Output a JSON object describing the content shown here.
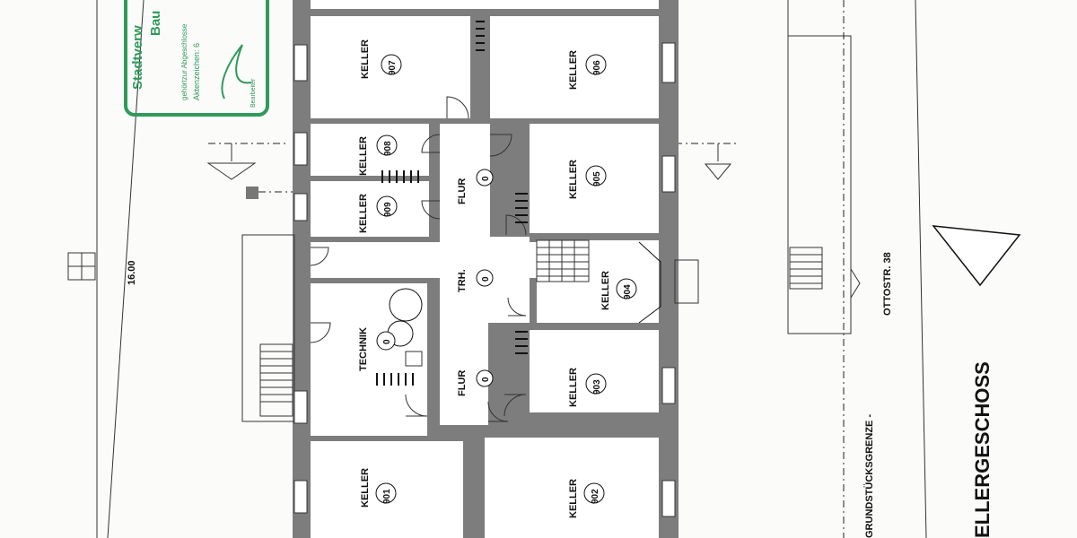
{
  "rooms": [
    {
      "id": "907",
      "label": "KELLER",
      "number": "907"
    },
    {
      "id": "906",
      "label": "KELLER",
      "number": "906"
    },
    {
      "id": "908",
      "label": "KELLER",
      "number": "908"
    },
    {
      "id": "909",
      "label": "KELLER",
      "number": "909"
    },
    {
      "id": "flur-upper",
      "label": "FLUR",
      "number": "0"
    },
    {
      "id": "905",
      "label": "KELLER",
      "number": "905"
    },
    {
      "id": "trh",
      "label": "TRH.",
      "number": "0"
    },
    {
      "id": "904",
      "label": "KELLER",
      "number": "904"
    },
    {
      "id": "technik",
      "label": "TECHNIK",
      "number": "0"
    },
    {
      "id": "flur-lower",
      "label": "FLUR",
      "number": "0"
    },
    {
      "id": "903",
      "label": "KELLER",
      "number": "903"
    },
    {
      "id": "901",
      "label": "KELLER",
      "number": "901"
    },
    {
      "id": "902",
      "label": "KELLER",
      "number": "902"
    }
  ],
  "annotations": {
    "dimension": "16.00",
    "street": "OTTOSTR. 38",
    "boundary": "GRUNDSTÜCKSGRENZE -",
    "floor_title": "ELLERGESCHOSS"
  },
  "stamp": {
    "line1": "Stadtverw",
    "line2": "Bau",
    "line3": "gehörtzur Abgeschlosse",
    "line4": "Aktenzeichen: 6",
    "line5": "Bearbeiter"
  },
  "colors": {
    "stamp": "#2f9a5b",
    "wall": "#7d7d7d",
    "ink": "#111111"
  }
}
